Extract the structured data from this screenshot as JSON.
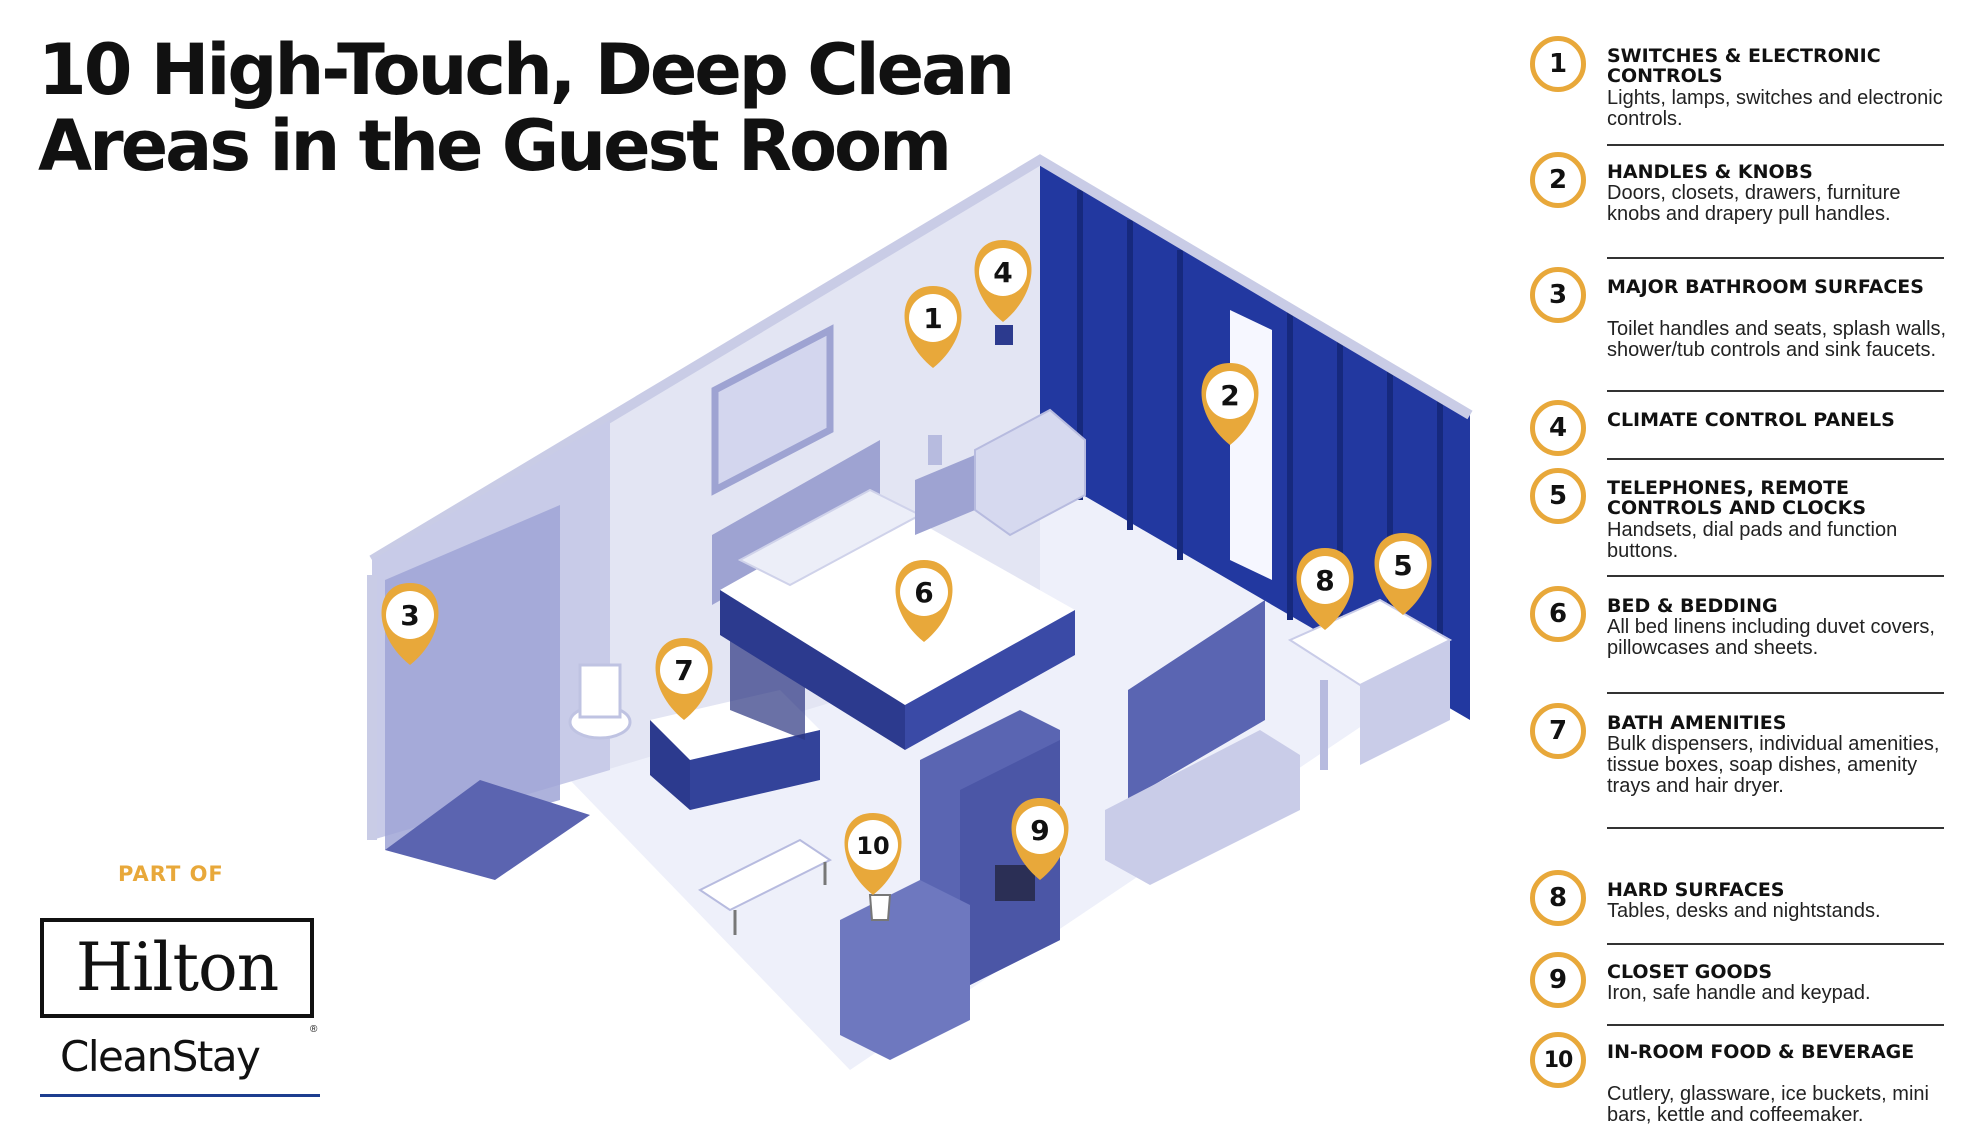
{
  "title": {
    "line1": "10 High-Touch, Deep Clean",
    "line2": "Areas in the Guest Room"
  },
  "branding": {
    "part_of": "PART OF",
    "logo": "Hilton",
    "sub": "CleanStay",
    "tm": "®"
  },
  "colors": {
    "accent": "#e8a83a",
    "brand_blue": "#1c3d8f",
    "room_lavender": "#a8acd8",
    "dark_navy": "#2d3a8c"
  },
  "legend": [
    {
      "number": "1",
      "heading": "Switches & Electronic Controls",
      "description": "Lights, lamps, switches and electronic controls."
    },
    {
      "number": "2",
      "heading": "Handles & Knobs",
      "description": "Doors, closets, drawers, furniture knobs and drapery pull handles."
    },
    {
      "number": "3",
      "heading": "Major Bathroom Surfaces",
      "description": "Toilet handles and seats, splash walls, shower/tub controls and sink faucets."
    },
    {
      "number": "4",
      "heading": "Climate Control Panels",
      "description": ""
    },
    {
      "number": "5",
      "heading": "Telephones, Remote Controls and Clocks",
      "description": "Handsets, dial pads and function buttons."
    },
    {
      "number": "6",
      "heading": "Bed & Bedding",
      "description": "All bed linens including duvet covers, pillowcases and sheets."
    },
    {
      "number": "7",
      "heading": "Bath Amenities",
      "description": "Bulk dispensers, individual amenities, tissue boxes, soap dishes, amenity trays and hair dryer."
    },
    {
      "number": "8",
      "heading": "Hard Surfaces",
      "description": "Tables, desks and nightstands."
    },
    {
      "number": "9",
      "heading": "Closet Goods",
      "description": "Iron, safe handle and keypad."
    },
    {
      "number": "10",
      "heading": "In-Room Food & Beverage",
      "description": "Cutlery, glassware, ice buckets, mini bars, kettle and coffeemaker."
    }
  ],
  "markers": [
    "1",
    "2",
    "3",
    "4",
    "5",
    "6",
    "7",
    "8",
    "9",
    "10"
  ]
}
